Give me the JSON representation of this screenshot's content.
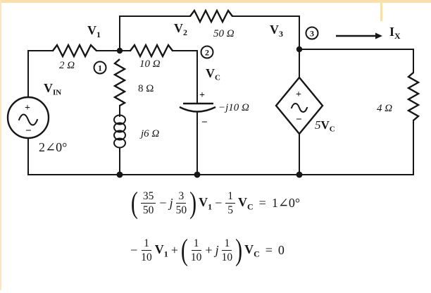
{
  "page": {
    "background": "#ffffff",
    "ink_color": "#161616",
    "border_color": "#fadfa8"
  },
  "circuit": {
    "node_v1": {
      "base": "V",
      "sub": "1"
    },
    "node_v2": {
      "base": "V",
      "sub": "2"
    },
    "node_v3": {
      "base": "V",
      "sub": "3"
    },
    "node_badge_1": "1",
    "node_badge_2": "2",
    "node_badge_3": "3",
    "source": {
      "label_base": "V",
      "label_sub": "IN",
      "value": "2∠0°",
      "plus": "+",
      "minus": "−"
    },
    "resistor_2": "2 Ω",
    "resistor_10": "10 Ω",
    "resistor_50": "50 Ω",
    "resistor_8": "8 Ω",
    "resistor_4": "4 Ω",
    "inductor_j6": "j6 Ω",
    "capacitor": {
      "value": "−j10 Ω",
      "label_base": "V",
      "label_sub": "C",
      "plus": "+",
      "minus": "−"
    },
    "dependent_source": {
      "coef": "5",
      "var_base": "V",
      "var_sub": "C",
      "plus": "+",
      "minus": "−"
    },
    "current": {
      "base": "I",
      "sub": "X"
    }
  },
  "equations": {
    "eq1": {
      "lparen": "(",
      "f1n": "35",
      "f1d": "50",
      "minus": "−",
      "j": "j",
      "f2n": "3",
      "f2d": "50",
      "rparen": ")",
      "v1": "V",
      "v1sub": "1",
      "minus2": "−",
      "f3n": "1",
      "f3d": "5",
      "vc": "V",
      "vcsub": "C",
      "eq": "=",
      "rhs": "1∠0°"
    },
    "eq2": {
      "minus": "−",
      "f1n": "1",
      "f1d": "10",
      "v1": "V",
      "v1sub": "1",
      "plus": "+",
      "lparen": "(",
      "f2n": "1",
      "f2d": "10",
      "plus2": "+",
      "j": "j",
      "f3n": "1",
      "f3d": "10",
      "rparen": ")",
      "vc": "V",
      "vcsub": "C",
      "eq": "=",
      "rhs": "0"
    }
  }
}
